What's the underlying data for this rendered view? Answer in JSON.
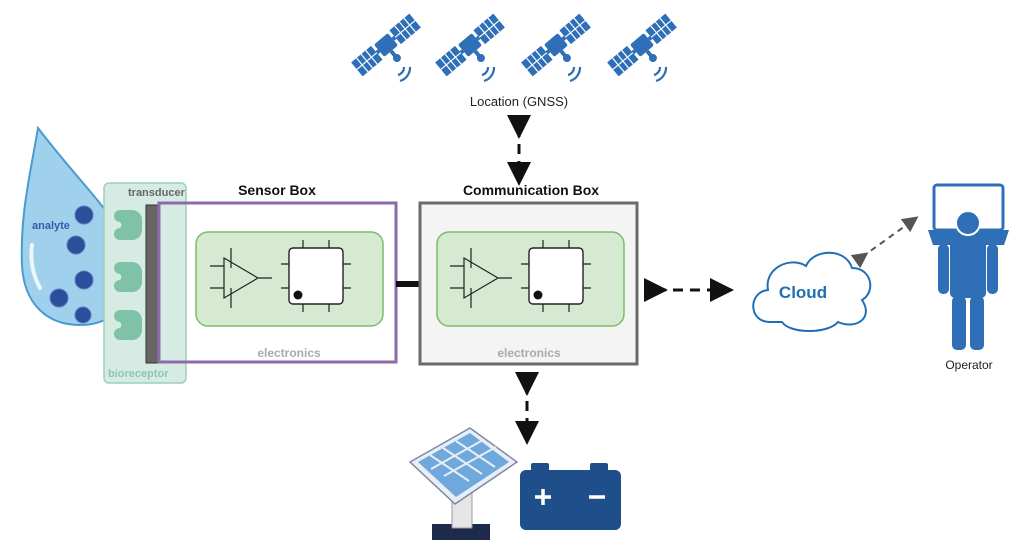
{
  "labels": {
    "location": "Location (GNSS)",
    "sensor_box": "Sensor Box",
    "communication_box": "Communication Box",
    "transducer": "transducer",
    "analyte": "analyte",
    "bioreceptor": "bioreceptor",
    "electronics_sensor": "electronics",
    "electronics_comm": "electronics",
    "cloud": "Cloud",
    "operator": "Operator"
  },
  "colors": {
    "satellite": "#2f6fb8",
    "sensor_box_border": "#8e6aa8",
    "comm_box_border": "#6b6b6b",
    "electronics_fill": "#d6ead2",
    "electronics_stroke": "#7dbb6c",
    "cloud_text": "#1f6fb5",
    "operator": "#2f6fb8",
    "battery": "#1f4f8a",
    "drop": "#9fd0ec",
    "bioreceptor_fill": "#d5ebe4",
    "bioreceptor_shape": "#7fc2a8"
  },
  "icons": [
    "satellite-icon",
    "amplifier-icon",
    "chip-icon",
    "cloud-icon",
    "operator-icon",
    "solar-panel-icon",
    "battery-icon",
    "water-drop-icon"
  ]
}
